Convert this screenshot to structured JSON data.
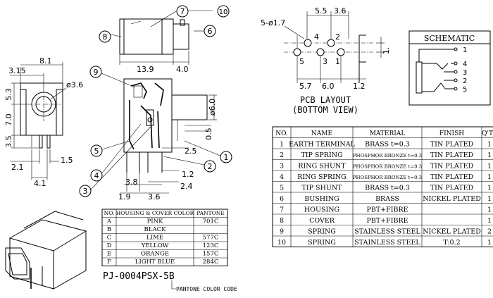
{
  "dims": {
    "top_width": "13.9",
    "top_tip": "4.0",
    "front_width": "8.1",
    "front_left": "3.15",
    "front_53": "5.3",
    "front_70": "7.0",
    "front_35": "3.5",
    "front_hole": "ø3.6",
    "front_21": "2.1",
    "front_41": "4.1",
    "front_15": "1.5",
    "side_60": "ø6.0",
    "side_05": "0.5",
    "side_25": "2.5",
    "side_12": "1.2",
    "side_24": "2.4",
    "side_38": "3.8",
    "side_19": "1.9",
    "side_36": "3.6",
    "pcb_holes": "5-ø1.7",
    "pcb_55": "5.5",
    "pcb_36": "3.6",
    "pcb_57": "5.7",
    "pcb_60": "6.0",
    "pcb_12": "1.2",
    "pcb_dim_1p": "1."
  },
  "balloons": [
    "1",
    "2",
    "3",
    "4",
    "5",
    "6",
    "7",
    "8",
    "9",
    "10"
  ],
  "pcb": {
    "title": "PCB LAYOUT",
    "subtitle": "(BOTTOM VIEW)",
    "pins_top": [
      "4",
      "2"
    ],
    "pins_bottom": [
      "5",
      "3",
      "1"
    ]
  },
  "schematic": {
    "title": "SCHEMATIC",
    "pins": [
      "1",
      "4",
      "3",
      "2",
      "5"
    ]
  },
  "parts_table": {
    "headers": [
      "NO.",
      "NAME",
      "MATERIAL",
      "FINISH",
      "Q'TY"
    ],
    "rows": [
      [
        "1",
        "EARTH TERMINAL",
        "BRASS t=0.3",
        "TIN PLATED",
        "1"
      ],
      [
        "2",
        "TIP SPRING",
        "PHOSPHOR BRONZE t=0.3",
        "TIN PLATED",
        "1"
      ],
      [
        "3",
        "RING SHUNT",
        "PHOSPHOR BRONZE t=0.3",
        "TIN PLATED",
        "1"
      ],
      [
        "4",
        "RING SPRING",
        "PHOSPHOR BRONZE t=0.3",
        "TIN PLATED",
        "1"
      ],
      [
        "5",
        "TIP SHUNT",
        "BRASS t=0.3",
        "TIN PLATED",
        "1"
      ],
      [
        "6",
        "BUSHING",
        "BRASS",
        "NICKEL PLATED",
        "1"
      ],
      [
        "7",
        "HOUSING",
        "PBT+FIBRE",
        "",
        "1"
      ],
      [
        "8",
        "COVER",
        "PBT+FIBRE",
        "",
        "1"
      ],
      [
        "9",
        "SPRING",
        "STAINLESS STEEL",
        "NICKEL PLATED",
        "2"
      ],
      [
        "10",
        "SPRING",
        "STAINLESS STEEL",
        "T:0.2",
        "1"
      ]
    ]
  },
  "color_table": {
    "headers": [
      "NO.",
      "HOUSING & COVER COLOR",
      "PANTONE"
    ],
    "rows": [
      [
        "A",
        "PINK",
        "701C"
      ],
      [
        "B",
        "BLACK",
        ""
      ],
      [
        "C",
        "LIME",
        "577C"
      ],
      [
        "D",
        "YELLOW",
        "123C"
      ],
      [
        "E",
        "ORANGE",
        "157C"
      ],
      [
        "F",
        "LIGHT BLUE",
        "284C"
      ]
    ]
  },
  "part_number": "PJ-0004PSX-5B",
  "pantone_note": "PANTONE COLOR CODE"
}
